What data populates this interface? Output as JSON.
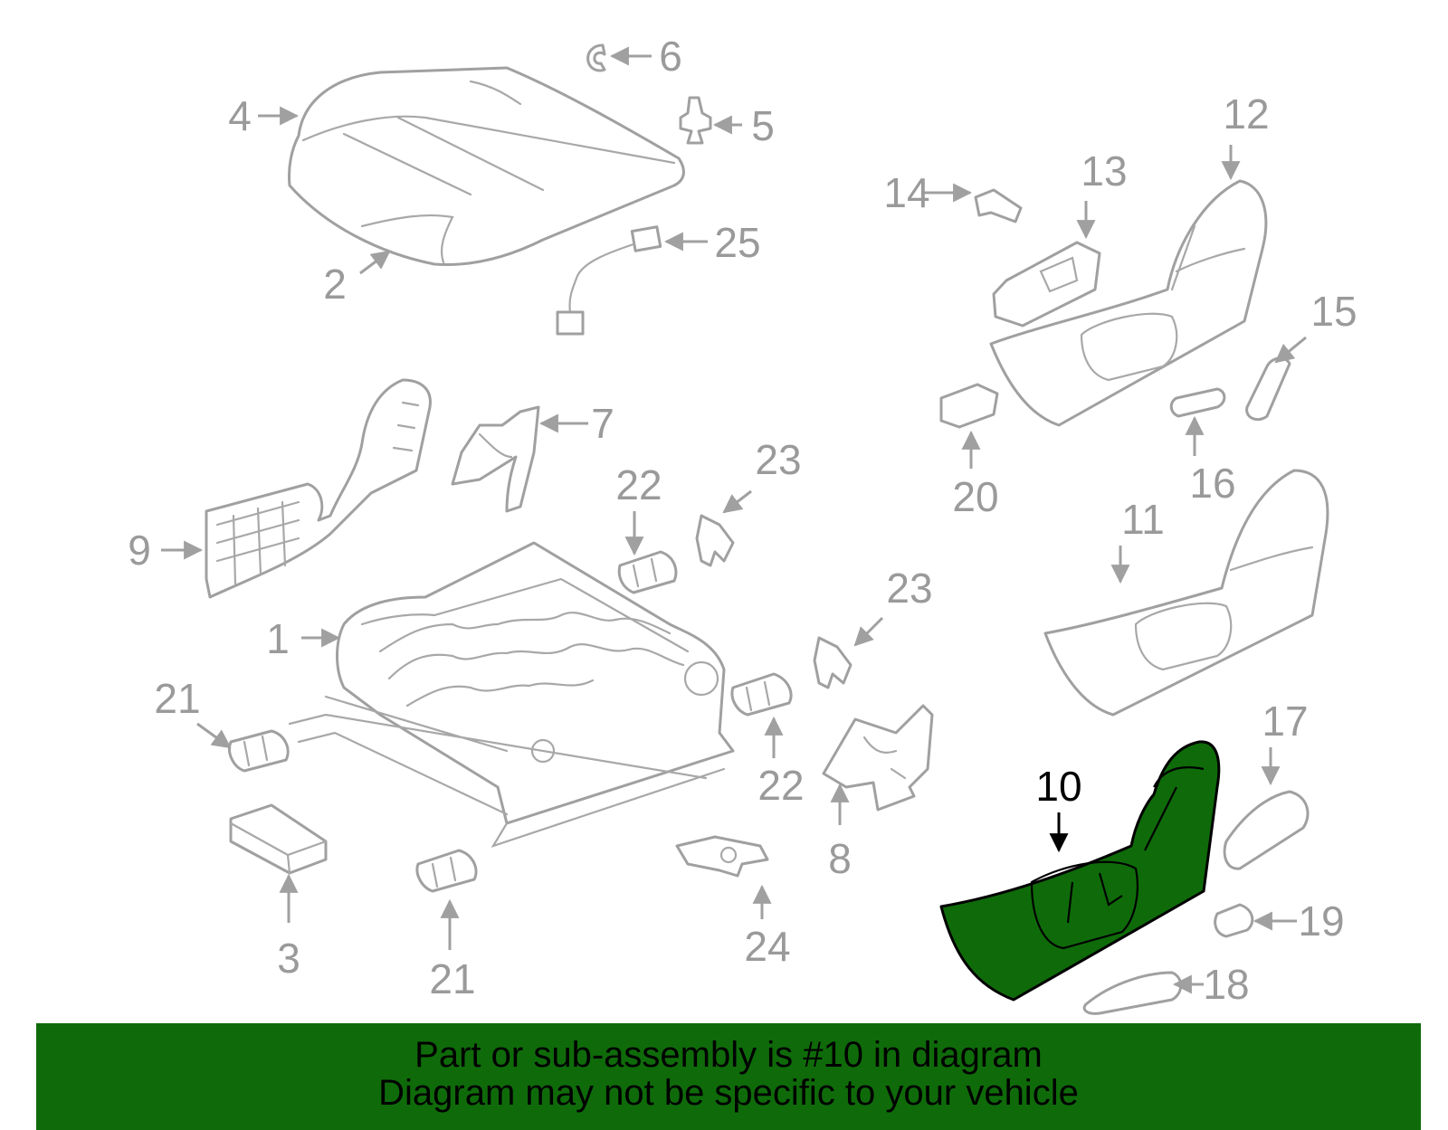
{
  "diagram": {
    "callouts": [
      "1",
      "2",
      "3",
      "4",
      "5",
      "6",
      "7",
      "8",
      "9",
      "10",
      "11",
      "12",
      "13",
      "14",
      "15",
      "16",
      "17",
      "18",
      "19",
      "20",
      "21",
      "21",
      "22",
      "22",
      "23",
      "23",
      "24",
      "25"
    ],
    "highlighted_part": "10",
    "part_color": "#a0a0a0",
    "highlight_color": "#0f6b0a"
  },
  "banner": {
    "line1": "Part or sub-assembly is #10 in diagram",
    "line2": "Diagram may not be specific to your vehicle",
    "background": "#0f6b0a"
  }
}
